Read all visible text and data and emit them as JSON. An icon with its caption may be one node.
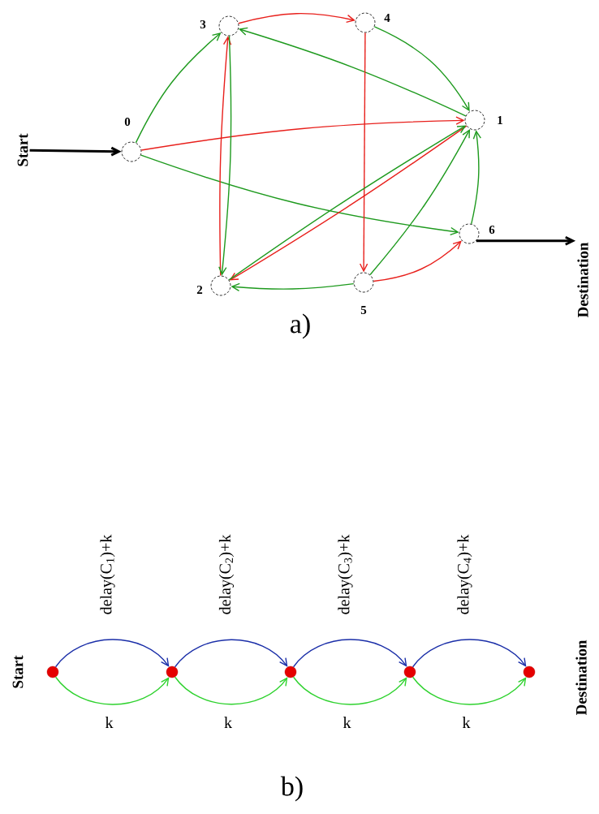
{
  "diagram": {
    "nodes": [
      {
        "text": [
          "0"
        ]
      },
      {
        "text": [
          "1"
        ]
      },
      {
        "text": [
          "2"
        ]
      },
      {
        "text": [
          "3"
        ]
      },
      {
        "text": [
          "4"
        ]
      },
      {
        "text": [
          "5"
        ]
      },
      {
        "text": [
          "6"
        ]
      },
      {
        "text": [
          "Start"
        ]
      },
      {
        "text": [
          "Destination"
        ]
      },
      {
        "text": [],
        "shape": "circle",
        "beside": [
          "Start"
        ]
      },
      {
        "text": [],
        "shape": "circle"
      },
      {
        "text": [],
        "shape": "circle"
      },
      {
        "text": [],
        "shape": "circle"
      },
      {
        "text": [],
        "shape": "circle",
        "beside": [
          "Destination"
        ]
      }
    ],
    "edges": [
      {
        "from": 7,
        "to": 0,
        "arrow": "to",
        "style": "thick",
        "color": "#000000"
      },
      {
        "from": 6,
        "to": 8,
        "arrow": "to",
        "style": "thick",
        "color": "#000000"
      },
      {
        "from": 0,
        "to": 3,
        "arrow": "to",
        "color": "#1e9a1e"
      },
      {
        "from": 0,
        "to": 1,
        "arrow": "to",
        "color": "#e8201c"
      },
      {
        "from": 0,
        "to": 6,
        "arrow": "to",
        "color": "#1e9a1e"
      },
      {
        "from": 3,
        "to": 4,
        "arrow": "to",
        "color": "#e8201c"
      },
      {
        "from": 4,
        "to": 1,
        "arrow": "to",
        "color": "#1e9a1e"
      },
      {
        "from": 1,
        "to": 3,
        "arrow": "to",
        "color": "#1e9a1e"
      },
      {
        "from": 2,
        "to": 3,
        "arrow": "to",
        "color": "#e8201c"
      },
      {
        "from": 3,
        "to": 2,
        "arrow": "to",
        "color": "#1e9a1e"
      },
      {
        "from": 4,
        "to": 5,
        "arrow": "to",
        "color": "#e8201c"
      },
      {
        "from": 1,
        "to": 2,
        "arrow": "to",
        "color": "#e8201c"
      },
      {
        "from": 2,
        "to": 1,
        "arrow": "to",
        "color": "#1e9a1e"
      },
      {
        "from": 5,
        "to": 2,
        "arrow": "to",
        "color": "#1e9a1e"
      },
      {
        "from": 5,
        "to": 6,
        "arrow": "to",
        "color": "#e8201c"
      },
      {
        "from": 5,
        "to": 1,
        "arrow": "to",
        "color": "#1e9a1e"
      },
      {
        "from": 6,
        "to": 1,
        "arrow": "to",
        "color": "#1e9a1e"
      },
      {
        "from": 9,
        "to": 10,
        "arrow": "to",
        "label": "delay(C$_{1}$)+k",
        "color": "#1a2ea8"
      },
      {
        "from": 9,
        "to": 10,
        "arrow": "to",
        "label": "k",
        "color": "#2ed22e"
      },
      {
        "from": 10,
        "to": 11,
        "arrow": "to",
        "label": "delay(C$_{2}$)+k",
        "color": "#1a2ea8"
      },
      {
        "from": 10,
        "to": 11,
        "arrow": "to",
        "label": "k",
        "color": "#2ed22e"
      },
      {
        "from": 11,
        "to": 12,
        "arrow": "to",
        "label": "delay(C$_{3}$)+k",
        "color": "#1a2ea8"
      },
      {
        "from": 11,
        "to": 12,
        "arrow": "to",
        "label": "k",
        "color": "#2ed22e"
      },
      {
        "from": 12,
        "to": 13,
        "arrow": "to",
        "label": "delay(C$_{4}$)+k",
        "color": "#1a2ea8"
      },
      {
        "from": 12,
        "to": 13,
        "arrow": "to",
        "label": "k",
        "color": "#2ed22e"
      }
    ],
    "labels": [
      "a)",
      "b)"
    ]
  }
}
